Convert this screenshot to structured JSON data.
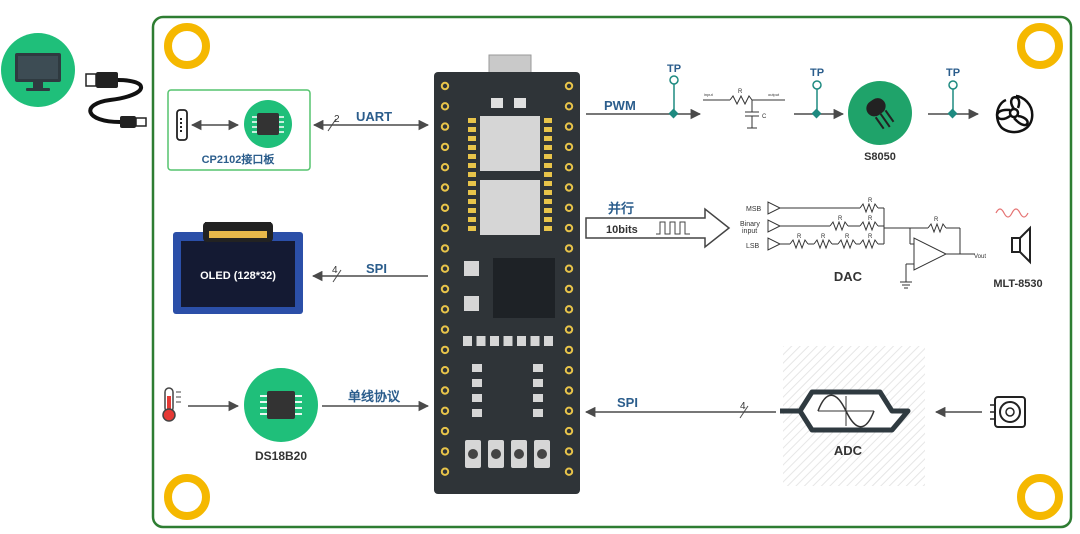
{
  "colors": {
    "border_green": "#2e7d32",
    "chip_green": "#1fbf7a",
    "mount_ring": "#f5b800",
    "board": "#2f3438",
    "pin": "#e8c44a",
    "arrow": "#4a4a4a",
    "label_blue": "#2b5d8c",
    "tp_teal": "#1e8a80",
    "oled_blue": "#2b4fa8"
  },
  "labels": {
    "uart": "UART",
    "uart_width": "2",
    "cp2102": "CP2102接口板",
    "pwm": "PWM",
    "tp": "TP",
    "s8050": "S8050",
    "parallel": "并行",
    "bits": "10bits",
    "dac": "DAC",
    "dac_msb": "MSB",
    "dac_binary": "Binary",
    "dac_input": "input",
    "dac_lsb": "LSB",
    "dac_r": "R",
    "dac_vout": "Vout",
    "speaker": "MLT-8530",
    "oled": "OLED (128*32)",
    "spi_oled": "SPI",
    "spi_oled_width": "4",
    "onewire": "单线协议",
    "ds18b20": "DS18B20",
    "spi_adc": "SPI",
    "spi_adc_width": "4",
    "adc": "ADC",
    "rc_in": "input",
    "rc_r": "R",
    "rc_out": "output",
    "rc_c": "C"
  },
  "icons": [
    "computer-icon",
    "usb-cable-icon",
    "micro-usb-icon",
    "chip-icon",
    "transistor-icon",
    "fan-icon",
    "speaker-icon",
    "thermometer-icon",
    "potentiometer-icon",
    "sine-wave-icon"
  ]
}
